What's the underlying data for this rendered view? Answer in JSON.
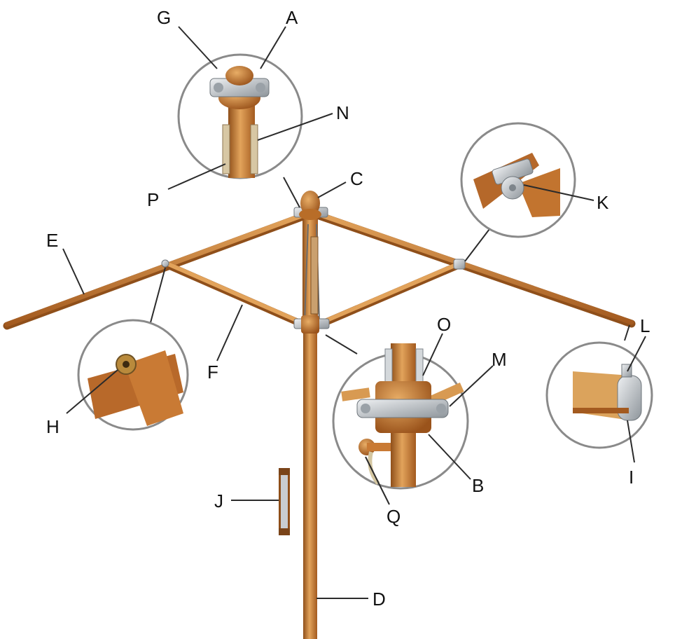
{
  "diagram": {
    "labels": {
      "A": "A",
      "B": "B",
      "C": "C",
      "D": "D",
      "E": "E",
      "F": "F",
      "G": "G",
      "H": "H",
      "I": "I",
      "J": "J",
      "K": "K",
      "L": "L",
      "M": "M",
      "N": "N",
      "O": "O",
      "P": "P",
      "Q": "Q"
    },
    "colors": {
      "wood": "#c7792f",
      "wood_light": "#e2a35b",
      "wood_dark": "#8f4f1a",
      "metal": "#c8ccd0",
      "metal_dark": "#7e858b",
      "callout_ring": "#8a8a8a",
      "leader": "#2b2b2b"
    }
  }
}
